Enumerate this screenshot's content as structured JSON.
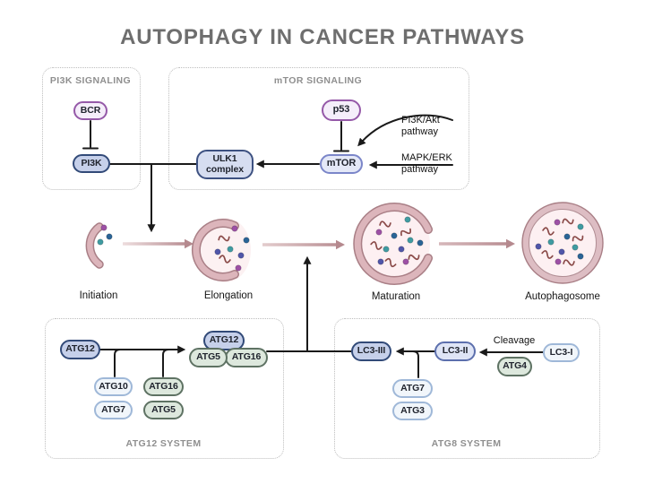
{
  "title": "AUTOPHAGY IN CANCER PATHWAYS",
  "pi3k_box": {
    "header": "PI3K SIGNALING",
    "bcr": "BCR",
    "pi3k": "PI3K"
  },
  "mtor_box": {
    "header": "mTOR SIGNALING",
    "p53": "p53",
    "mtor": "mTOR",
    "ulk1_line1": "ULK1",
    "ulk1_line2": "complex",
    "annotation_pi3k_akt_line1": "PI3K/Akt",
    "annotation_pi3k_akt_line2": "pathway",
    "annotation_mapk_erk_line1": "MAPK/ERK",
    "annotation_mapk_erk_line2": "pathway"
  },
  "stages": {
    "initiation": "Initiation",
    "elongation": "Elongation",
    "maturation": "Maturation",
    "autophagosome": "Autophagosome"
  },
  "atg12_box": {
    "header": "ATG12 SYSTEM",
    "atg12": "ATG12",
    "atg10": "ATG10",
    "atg7": "ATG7",
    "atg16": "ATG16",
    "atg5": "ATG5",
    "complex_atg12": "ATG12",
    "complex_atg5": "ATG5",
    "complex_atg16": "ATG16"
  },
  "atg8_box": {
    "header": "ATG8 SYSTEM",
    "lc3_iii": "LC3-III",
    "lc3_ii": "LC3-II",
    "lc3_i": "LC3-I",
    "atg4": "ATG4",
    "atg7": "ATG7",
    "atg3": "ATG3",
    "cleavage": "Cleavage"
  },
  "colors": {
    "title_text": "#6e6e6e",
    "box_border": "#bdbdbd",
    "box_header_text": "#8f8f8f",
    "connector_black": "#1a1a1a",
    "membrane_fill": "#dcb5bb",
    "membrane_outline": "#a97f86",
    "vesicle_interior": "#fdf0f2",
    "pink_arrow": "#b5898e",
    "pill_purple_border": "#9559a8",
    "pill_purple_fill": "#f5eefa",
    "pill_navy_border": "#324a78",
    "pill_periwinkle_fill": "#c6d0ea",
    "pill_blue_border": "#7b86c9",
    "pill_lightblue_fill": "#e4e8f7",
    "pill_paleblue_border": "#9fb8d8",
    "pill_paleblue_fill": "#f1f6fb",
    "pill_green_border": "#5e7263",
    "pill_green_fill": "#dde8dd",
    "dot_teal": "#3f9ba1",
    "dot_blue": "#2a6496",
    "dot_indigo": "#5056a9",
    "dot_purple": "#9d50a5",
    "squiggle": "#8a4a48"
  }
}
